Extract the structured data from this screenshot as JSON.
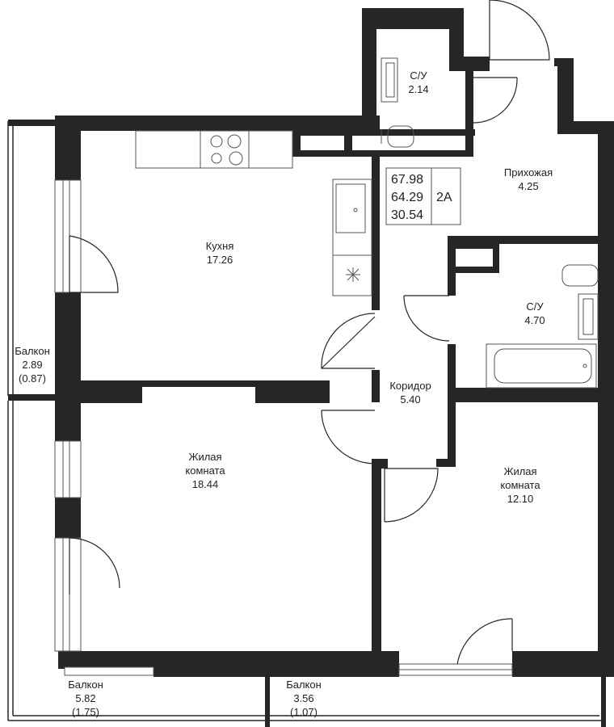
{
  "apartment": {
    "total_area": "67.98",
    "living_area_total": "64.29",
    "living_area": "30.54",
    "type": "2А"
  },
  "rooms": [
    {
      "id": "kitchen",
      "name": "Кухня",
      "area": "17.26"
    },
    {
      "id": "wc-small",
      "name": "С/У",
      "area": "2.14"
    },
    {
      "id": "hall",
      "name": "Прихожая",
      "area": "4.25"
    },
    {
      "id": "bathroom",
      "name": "С/У",
      "area": "4.70"
    },
    {
      "id": "corridor",
      "name": "Коридор",
      "area": "5.40"
    },
    {
      "id": "living-1",
      "name_line1": "Жилая",
      "name_line2": "комната",
      "area": "18.44"
    },
    {
      "id": "living-2",
      "name_line1": "Жилая",
      "name_line2": "комната",
      "area": "12.10"
    },
    {
      "id": "balcony-1",
      "name": "Балкон",
      "area": "2.89",
      "area_reduced": "(0.87)"
    },
    {
      "id": "balcony-2",
      "name": "Балкон",
      "area": "5.82",
      "area_reduced": "(1.75)"
    },
    {
      "id": "balcony-3",
      "name": "Балкон",
      "area": "3.56",
      "area_reduced": "(1.07)"
    }
  ],
  "colors": {
    "wall": "#262626",
    "background": "#ffffff",
    "text": "#1f1f1f"
  }
}
